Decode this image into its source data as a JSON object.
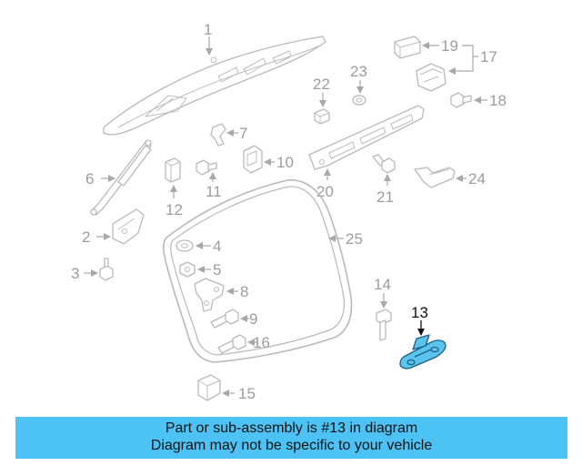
{
  "callouts": {
    "c1": "1",
    "c2": "2",
    "c3": "3",
    "c4": "4",
    "c5": "5",
    "c6": "6",
    "c7": "7",
    "c8": "8",
    "c9": "9",
    "c10": "10",
    "c11": "11",
    "c12": "12",
    "c13": "13",
    "c14": "14",
    "c15": "15",
    "c16": "16",
    "c17": "17",
    "c18": "18",
    "c19": "19",
    "c20": "20",
    "c21": "21",
    "c22": "22",
    "c23": "23",
    "c24": "24",
    "c25": "25"
  },
  "highlight_part": "13",
  "colors": {
    "banner_background": "#4dc2f4",
    "highlight_fill": "#5cc3ec",
    "line_art": "#b9b9b9"
  },
  "banner": {
    "line1": "Part or sub-assembly is #13 in diagram",
    "line2": "Diagram may not be specific to your vehicle"
  }
}
